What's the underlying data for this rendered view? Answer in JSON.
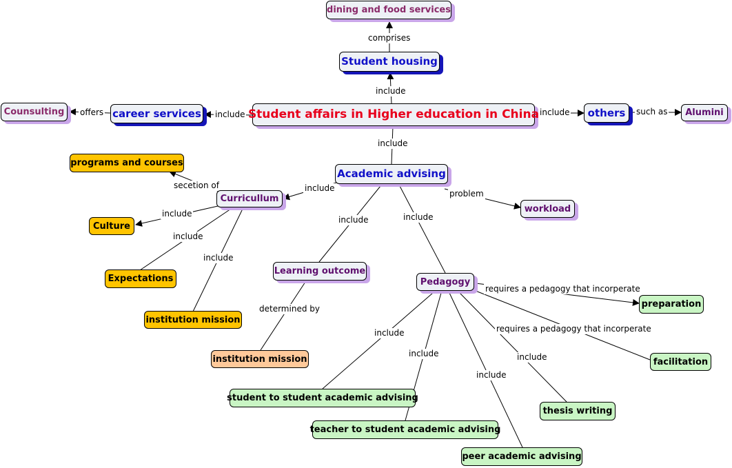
{
  "nodes": {
    "main": "Student affairs in Higher education in China",
    "housing": "Student housing",
    "dining": "dining and food services",
    "career": "career services",
    "counsulting": "Counsulting",
    "others": "others",
    "alumini": "Alumini",
    "advising": "Academic advising",
    "curriculum": "Curricullum",
    "programs": "programs and courses",
    "culture": "Culture",
    "expectations": "Expectations",
    "mission1": "institution mission",
    "learning": "Learning outcome",
    "mission2": "institution mission",
    "pedagogy": "Pedagogy",
    "workload": "workload",
    "preparation": "preparation",
    "facilitation": "facilitation",
    "s2s": "student to student academic advising",
    "t2s": "teacher to student academic advising",
    "peer": "peer academic advising",
    "thesis": "thesis writing"
  },
  "links": {
    "comprises": "comprises",
    "main_housing": "include",
    "main_career": "include",
    "offers": "offers",
    "main_others": "include",
    "such_as": "such as",
    "main_advising": "include",
    "advising_curr": "include",
    "secetion_of": "secetion of",
    "curr_culture": "include",
    "curr_expect": "include",
    "curr_mission": "include",
    "adv_learning": "include",
    "adv_pedagogy": "include",
    "problem": "problem",
    "determined_by": "determined by",
    "req1": "requires a pedagogy that incorperate",
    "req2": "requires a pedagogy that incorperate",
    "ped_s2s": "include",
    "ped_t2s": "include",
    "ped_peer": "include",
    "ped_thesis": "include"
  }
}
